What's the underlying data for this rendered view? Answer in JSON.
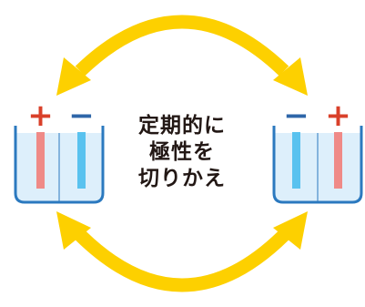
{
  "caption": {
    "line1": "定期的に",
    "line2": "極性を",
    "line3": "切りかえ"
  },
  "left_cell": {
    "left_electrode_polarity": "+",
    "right_electrode_polarity": "−"
  },
  "right_cell": {
    "left_electrode_polarity": "−",
    "right_electrode_polarity": "+"
  },
  "colors": {
    "arrow": "#FDD000",
    "plus_sign": "#D9402A",
    "minus_sign": "#2E66A8",
    "plus_electrode": "#EF8A87",
    "minus_electrode": "#59C2EF",
    "container_outline": "#2B79BF",
    "water": "#DDEFFB",
    "text": "#231815"
  },
  "icons": {
    "top_arrow": "double-headed-curved-arrow-icon",
    "bottom_arrow": "double-headed-curved-arrow-icon"
  }
}
